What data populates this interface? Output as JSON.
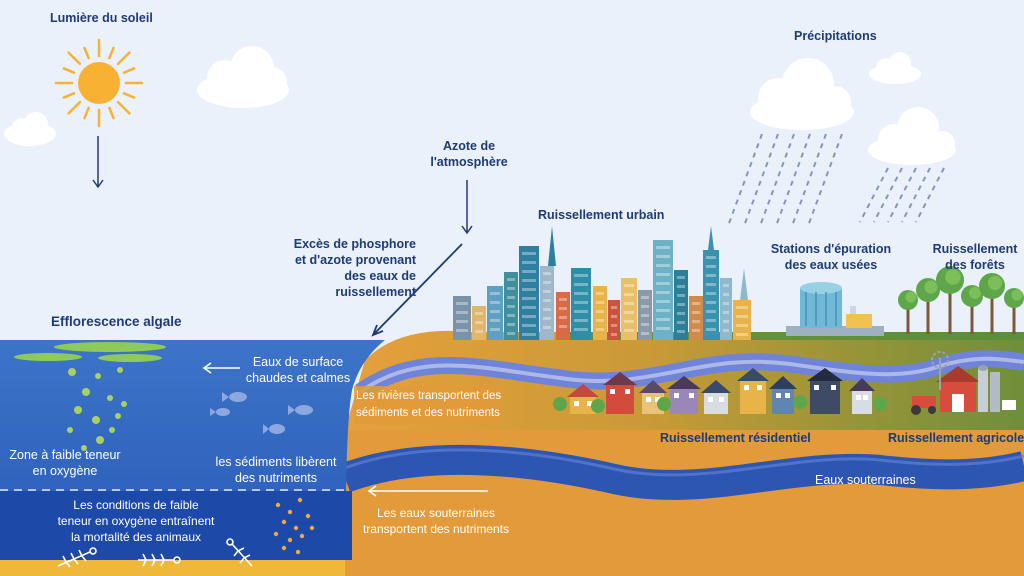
{
  "labels": {
    "sunlight": "Lumière du soleil",
    "precipitation": "Précipitations",
    "atmospheric_nitrogen": [
      "Azote de",
      "l'atmosphère"
    ],
    "excess_nutrients": [
      "Excès de phosphore",
      "et d'azote provenant",
      "des eaux de",
      "ruissellement"
    ],
    "urban_runoff": "Ruissellement urbain",
    "treatment_plants": [
      "Stations d'épuration",
      "des eaux usées"
    ],
    "forest_runoff": [
      "Ruissellement",
      "des forêts"
    ],
    "algal_bloom": "Efflorescence algale",
    "warm_surface": [
      "Eaux de surface",
      "chaudes et calmes"
    ],
    "rivers_transport": [
      "Les rivières transportent des",
      "sédiments et des nutriments"
    ],
    "low_oxygen_zone": [
      "Zone à faible teneur",
      "en oxygène"
    ],
    "sediments_release": [
      "les sédiments libèrent",
      "des nutriments"
    ],
    "residential_runoff": "Ruissellement résidentiel",
    "agricultural_runoff": "Ruissellement agricole",
    "groundwater": "Eaux souterraines",
    "low_oxygen_mortality": [
      "Les conditions de faible",
      "teneur en oxygène entraînent",
      "la mortalité des animaux"
    ],
    "groundwater_transport": [
      "Les eaux souterraines",
      "transportent des nutriments"
    ]
  },
  "colors": {
    "sky": "#eaf1fa",
    "water_surface": "#3a6fc4",
    "water_deep": "#1d49a8",
    "land_orange": "#e39a3a",
    "grass": "#5a8f3c",
    "river": "#6f84d8",
    "sun": "#f8b133",
    "label_dark": "#1f3a7a"
  }
}
